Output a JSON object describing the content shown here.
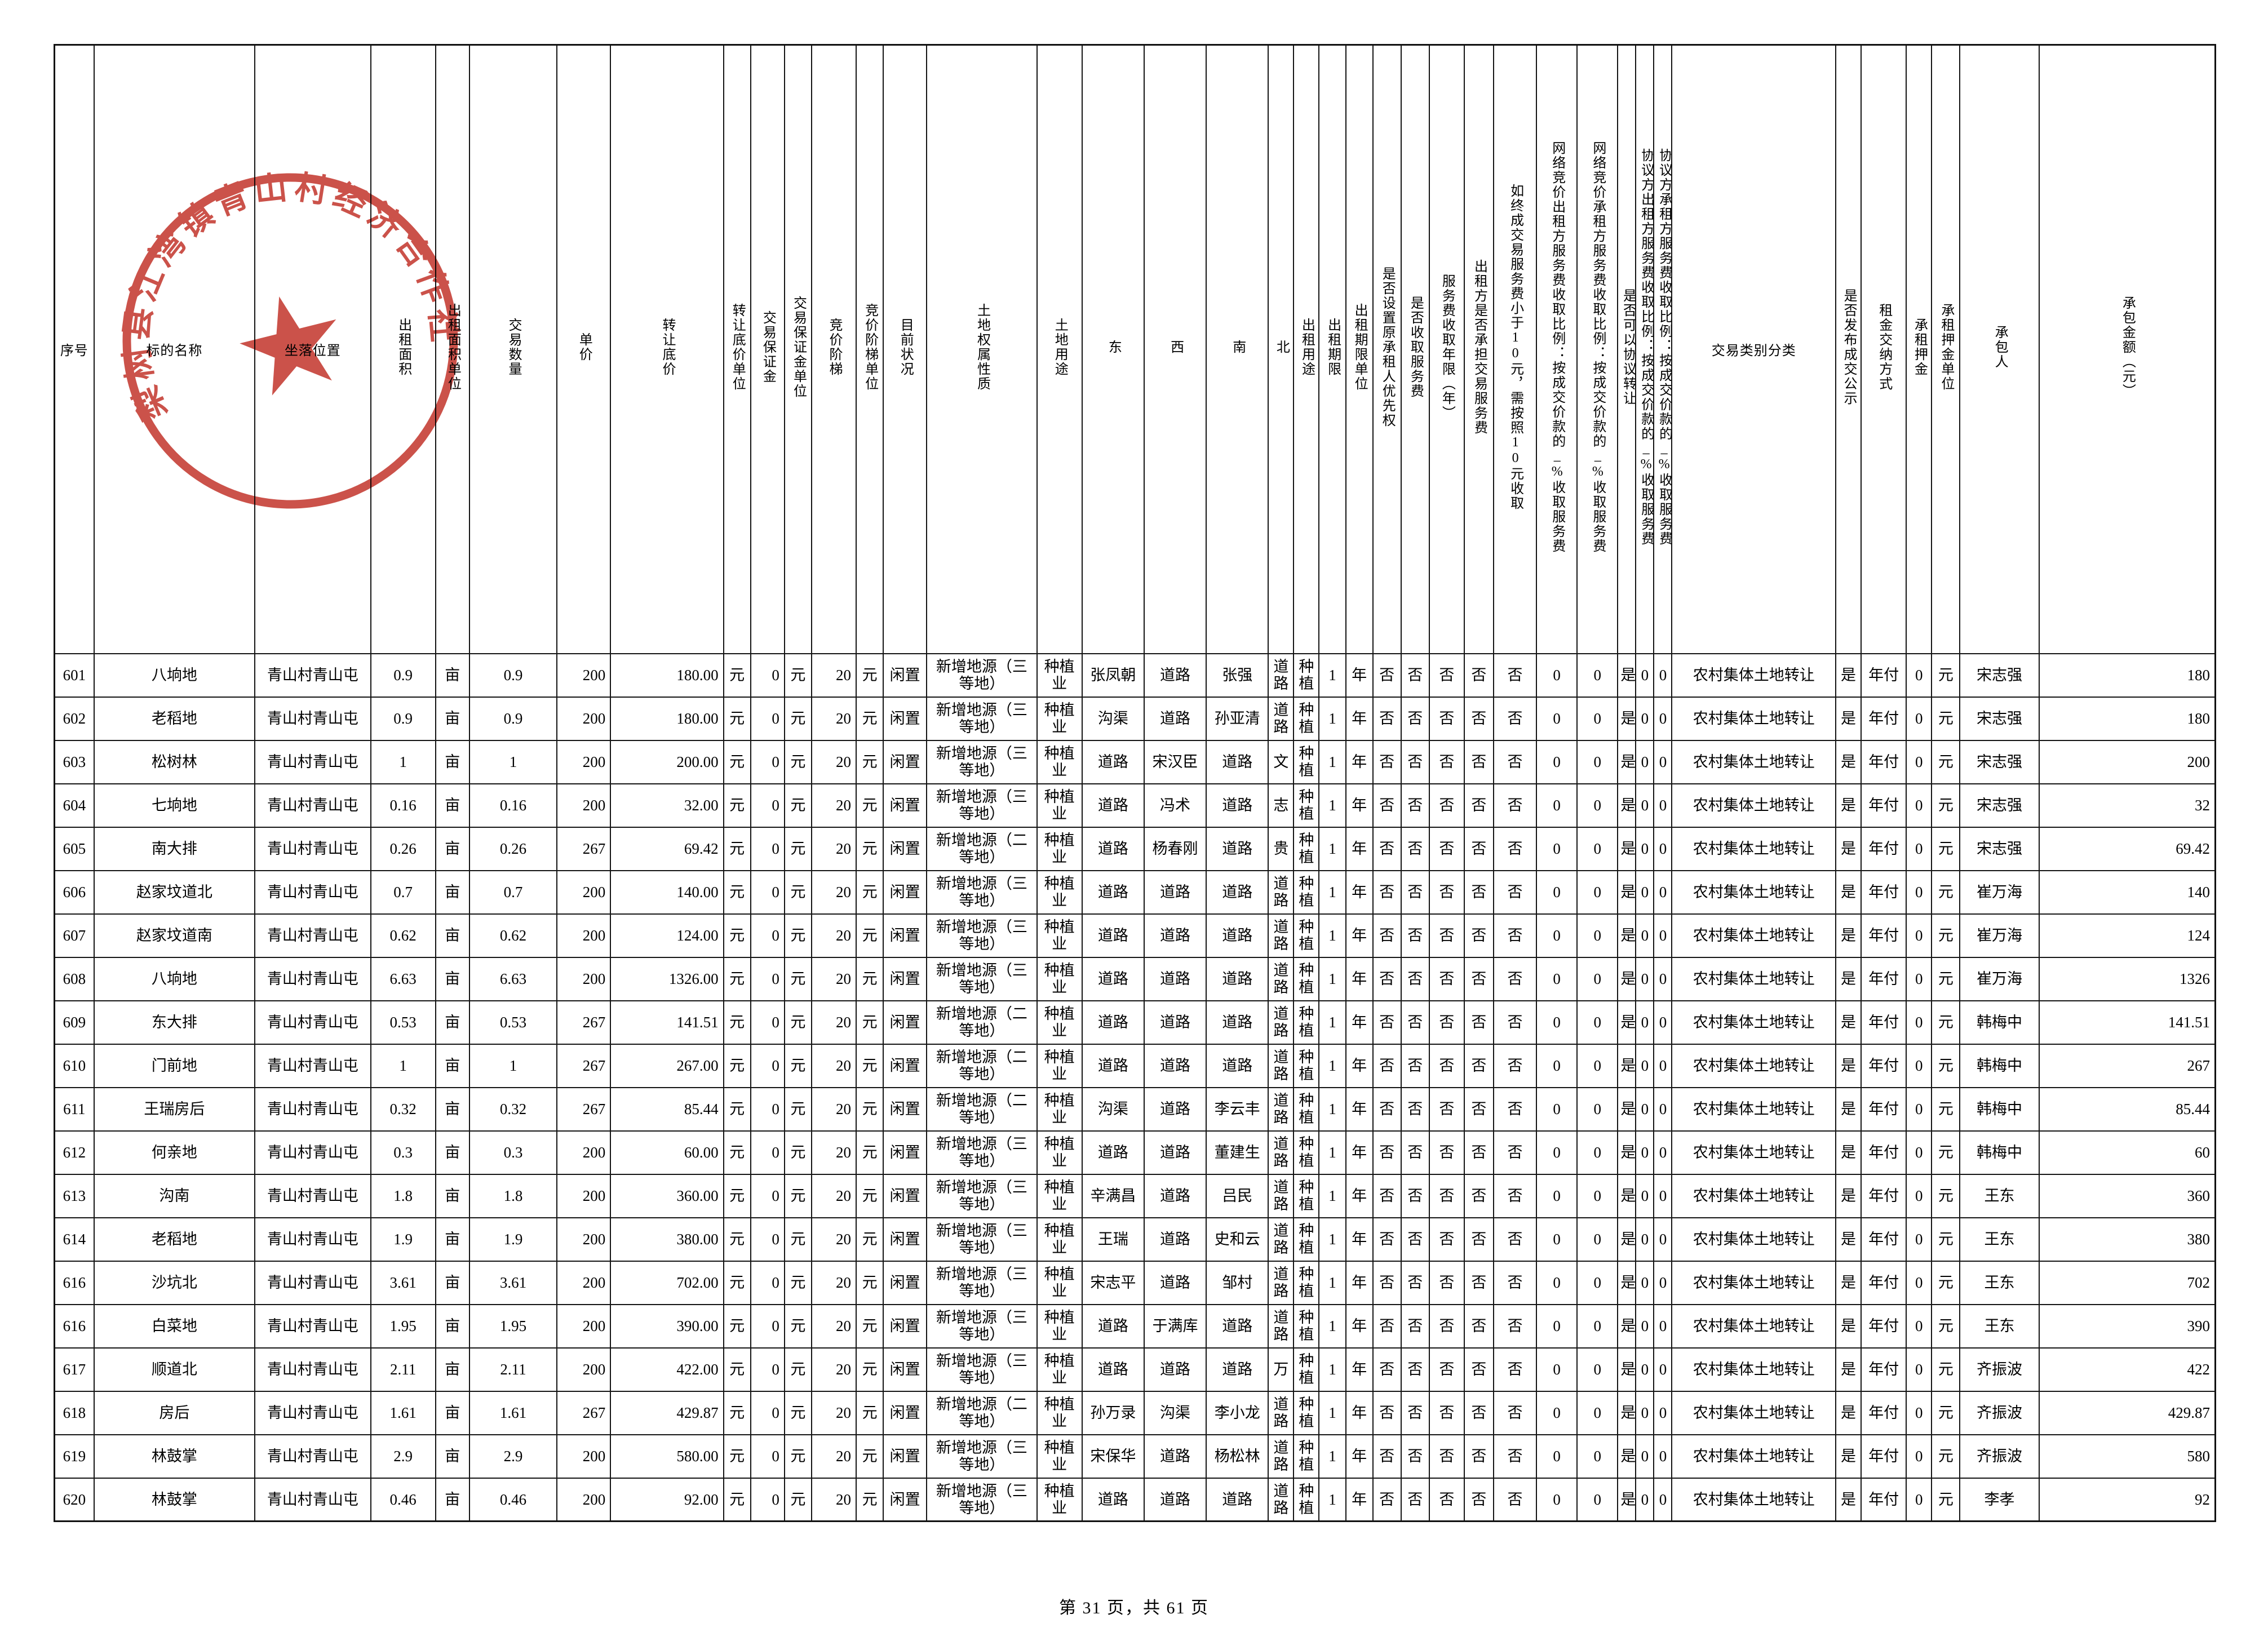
{
  "page": {
    "footer": "第 31 页，共 61 页"
  },
  "stamp": {
    "text": "梨树县江湾镇青山村经济合作社"
  },
  "table": {
    "headers": [
      "序号",
      "标的名称",
      "坐落位置",
      "出租面积",
      "出租面积单位",
      "交易数量",
      "单价",
      "转让底价",
      "转让底价单位",
      "交易保证金",
      "交易保证金单位",
      "竞价阶梯",
      "竞价阶梯单位",
      "目前状况",
      "土地权属性质",
      "土地用途",
      "东",
      "西",
      "南",
      "北",
      "出租用途",
      "出租期限",
      "出租期限单位",
      "是否设置原承租人优先权",
      "是否收取服务费",
      "服务费收取年限（年）",
      "出租方是否承担交易服务费",
      "如终成交易服务费小于10元，需按照10元收取",
      "网络竞价出租方服务费收取比例：按成交价款的_%收取服务费",
      "网络竞价承租方服务费收取比例：按成交价款的_%收取服务费",
      "是否可以协议转让",
      "协议方出租方服务费收取比例：按成交价款的_%收取服务费",
      "协议方承租方服务费收取比例：按成交价款的_%收取服务费",
      "交易类别分类",
      "是否发布成交公示",
      "租金交纳方式",
      "承租押金",
      "承租押金单位",
      "承包人",
      "承包金额（元）"
    ],
    "rows": [
      [
        "601",
        "八垧地",
        "青山村青山屯",
        "0.9",
        "亩",
        "0.9",
        "200",
        "180.00",
        "元",
        "0",
        "元",
        "20",
        "元",
        "闲置",
        "新增地源（三等地）",
        "种植业",
        "张凤朝",
        "道路",
        "张强",
        "道路",
        "种植",
        "1",
        "年",
        "否",
        "否",
        "否",
        "否",
        "否",
        "0",
        "0",
        "是",
        "0",
        "0",
        "农村集体土地转让",
        "是",
        "年付",
        "0",
        "元",
        "宋志强",
        "180"
      ],
      [
        "602",
        "老稻地",
        "青山村青山屯",
        "0.9",
        "亩",
        "0.9",
        "200",
        "180.00",
        "元",
        "0",
        "元",
        "20",
        "元",
        "闲置",
        "新增地源（三等地）",
        "种植业",
        "沟渠",
        "道路",
        "孙亚清",
        "道路",
        "种植",
        "1",
        "年",
        "否",
        "否",
        "否",
        "否",
        "否",
        "0",
        "0",
        "是",
        "0",
        "0",
        "农村集体土地转让",
        "是",
        "年付",
        "0",
        "元",
        "宋志强",
        "180"
      ],
      [
        "603",
        "松树林",
        "青山村青山屯",
        "1",
        "亩",
        "1",
        "200",
        "200.00",
        "元",
        "0",
        "元",
        "20",
        "元",
        "闲置",
        "新增地源（三等地）",
        "种植业",
        "道路",
        "宋汉臣",
        "道路",
        "文",
        "种植",
        "1",
        "年",
        "否",
        "否",
        "否",
        "否",
        "否",
        "0",
        "0",
        "是",
        "0",
        "0",
        "农村集体土地转让",
        "是",
        "年付",
        "0",
        "元",
        "宋志强",
        "200"
      ],
      [
        "604",
        "七垧地",
        "青山村青山屯",
        "0.16",
        "亩",
        "0.16",
        "200",
        "32.00",
        "元",
        "0",
        "元",
        "20",
        "元",
        "闲置",
        "新增地源（三等地）",
        "种植业",
        "道路",
        "冯术",
        "道路",
        "志",
        "种植",
        "1",
        "年",
        "否",
        "否",
        "否",
        "否",
        "否",
        "0",
        "0",
        "是",
        "0",
        "0",
        "农村集体土地转让",
        "是",
        "年付",
        "0",
        "元",
        "宋志强",
        "32"
      ],
      [
        "605",
        "南大排",
        "青山村青山屯",
        "0.26",
        "亩",
        "0.26",
        "267",
        "69.42",
        "元",
        "0",
        "元",
        "20",
        "元",
        "闲置",
        "新增地源（二等地）",
        "种植业",
        "道路",
        "杨春刚",
        "道路",
        "贵",
        "种植",
        "1",
        "年",
        "否",
        "否",
        "否",
        "否",
        "否",
        "0",
        "0",
        "是",
        "0",
        "0",
        "农村集体土地转让",
        "是",
        "年付",
        "0",
        "元",
        "宋志强",
        "69.42"
      ],
      [
        "606",
        "赵家坟道北",
        "青山村青山屯",
        "0.7",
        "亩",
        "0.7",
        "200",
        "140.00",
        "元",
        "0",
        "元",
        "20",
        "元",
        "闲置",
        "新增地源（三等地）",
        "种植业",
        "道路",
        "道路",
        "道路",
        "道路",
        "种植",
        "1",
        "年",
        "否",
        "否",
        "否",
        "否",
        "否",
        "0",
        "0",
        "是",
        "0",
        "0",
        "农村集体土地转让",
        "是",
        "年付",
        "0",
        "元",
        "崔万海",
        "140"
      ],
      [
        "607",
        "赵家坟道南",
        "青山村青山屯",
        "0.62",
        "亩",
        "0.62",
        "200",
        "124.00",
        "元",
        "0",
        "元",
        "20",
        "元",
        "闲置",
        "新增地源（三等地）",
        "种植业",
        "道路",
        "道路",
        "道路",
        "道路",
        "种植",
        "1",
        "年",
        "否",
        "否",
        "否",
        "否",
        "否",
        "0",
        "0",
        "是",
        "0",
        "0",
        "农村集体土地转让",
        "是",
        "年付",
        "0",
        "元",
        "崔万海",
        "124"
      ],
      [
        "608",
        "八垧地",
        "青山村青山屯",
        "6.63",
        "亩",
        "6.63",
        "200",
        "1326.00",
        "元",
        "0",
        "元",
        "20",
        "元",
        "闲置",
        "新增地源（三等地）",
        "种植业",
        "道路",
        "道路",
        "道路",
        "道路",
        "种植",
        "1",
        "年",
        "否",
        "否",
        "否",
        "否",
        "否",
        "0",
        "0",
        "是",
        "0",
        "0",
        "农村集体土地转让",
        "是",
        "年付",
        "0",
        "元",
        "崔万海",
        "1326"
      ],
      [
        "609",
        "东大排",
        "青山村青山屯",
        "0.53",
        "亩",
        "0.53",
        "267",
        "141.51",
        "元",
        "0",
        "元",
        "20",
        "元",
        "闲置",
        "新增地源（二等地）",
        "种植业",
        "道路",
        "道路",
        "道路",
        "道路",
        "种植",
        "1",
        "年",
        "否",
        "否",
        "否",
        "否",
        "否",
        "0",
        "0",
        "是",
        "0",
        "0",
        "农村集体土地转让",
        "是",
        "年付",
        "0",
        "元",
        "韩梅中",
        "141.51"
      ],
      [
        "610",
        "门前地",
        "青山村青山屯",
        "1",
        "亩",
        "1",
        "267",
        "267.00",
        "元",
        "0",
        "元",
        "20",
        "元",
        "闲置",
        "新增地源（二等地）",
        "种植业",
        "道路",
        "道路",
        "道路",
        "道路",
        "种植",
        "1",
        "年",
        "否",
        "否",
        "否",
        "否",
        "否",
        "0",
        "0",
        "是",
        "0",
        "0",
        "农村集体土地转让",
        "是",
        "年付",
        "0",
        "元",
        "韩梅中",
        "267"
      ],
      [
        "611",
        "王瑞房后",
        "青山村青山屯",
        "0.32",
        "亩",
        "0.32",
        "267",
        "85.44",
        "元",
        "0",
        "元",
        "20",
        "元",
        "闲置",
        "新增地源（二等地）",
        "种植业",
        "沟渠",
        "道路",
        "李云丰",
        "道路",
        "种植",
        "1",
        "年",
        "否",
        "否",
        "否",
        "否",
        "否",
        "0",
        "0",
        "是",
        "0",
        "0",
        "农村集体土地转让",
        "是",
        "年付",
        "0",
        "元",
        "韩梅中",
        "85.44"
      ],
      [
        "612",
        "何亲地",
        "青山村青山屯",
        "0.3",
        "亩",
        "0.3",
        "200",
        "60.00",
        "元",
        "0",
        "元",
        "20",
        "元",
        "闲置",
        "新增地源（三等地）",
        "种植业",
        "道路",
        "道路",
        "董建生",
        "道路",
        "种植",
        "1",
        "年",
        "否",
        "否",
        "否",
        "否",
        "否",
        "0",
        "0",
        "是",
        "0",
        "0",
        "农村集体土地转让",
        "是",
        "年付",
        "0",
        "元",
        "韩梅中",
        "60"
      ],
      [
        "613",
        "沟南",
        "青山村青山屯",
        "1.8",
        "亩",
        "1.8",
        "200",
        "360.00",
        "元",
        "0",
        "元",
        "20",
        "元",
        "闲置",
        "新增地源（三等地）",
        "种植业",
        "辛满昌",
        "道路",
        "吕民",
        "道路",
        "种植",
        "1",
        "年",
        "否",
        "否",
        "否",
        "否",
        "否",
        "0",
        "0",
        "是",
        "0",
        "0",
        "农村集体土地转让",
        "是",
        "年付",
        "0",
        "元",
        "王东",
        "360"
      ],
      [
        "614",
        "老稻地",
        "青山村青山屯",
        "1.9",
        "亩",
        "1.9",
        "200",
        "380.00",
        "元",
        "0",
        "元",
        "20",
        "元",
        "闲置",
        "新增地源（三等地）",
        "种植业",
        "王瑞",
        "道路",
        "史和云",
        "道路",
        "种植",
        "1",
        "年",
        "否",
        "否",
        "否",
        "否",
        "否",
        "0",
        "0",
        "是",
        "0",
        "0",
        "农村集体土地转让",
        "是",
        "年付",
        "0",
        "元",
        "王东",
        "380"
      ],
      [
        "616",
        "沙坑北",
        "青山村青山屯",
        "3.61",
        "亩",
        "3.61",
        "200",
        "702.00",
        "元",
        "0",
        "元",
        "20",
        "元",
        "闲置",
        "新增地源（三等地）",
        "种植业",
        "宋志平",
        "道路",
        "邹村",
        "道路",
        "种植",
        "1",
        "年",
        "否",
        "否",
        "否",
        "否",
        "否",
        "0",
        "0",
        "是",
        "0",
        "0",
        "农村集体土地转让",
        "是",
        "年付",
        "0",
        "元",
        "王东",
        "702"
      ],
      [
        "616",
        "白菜地",
        "青山村青山屯",
        "1.95",
        "亩",
        "1.95",
        "200",
        "390.00",
        "元",
        "0",
        "元",
        "20",
        "元",
        "闲置",
        "新增地源（三等地）",
        "种植业",
        "道路",
        "于满库",
        "道路",
        "道路",
        "种植",
        "1",
        "年",
        "否",
        "否",
        "否",
        "否",
        "否",
        "0",
        "0",
        "是",
        "0",
        "0",
        "农村集体土地转让",
        "是",
        "年付",
        "0",
        "元",
        "王东",
        "390"
      ],
      [
        "617",
        "顺道北",
        "青山村青山屯",
        "2.11",
        "亩",
        "2.11",
        "200",
        "422.00",
        "元",
        "0",
        "元",
        "20",
        "元",
        "闲置",
        "新增地源（三等地）",
        "种植业",
        "道路",
        "道路",
        "道路",
        "万",
        "种植",
        "1",
        "年",
        "否",
        "否",
        "否",
        "否",
        "否",
        "0",
        "0",
        "是",
        "0",
        "0",
        "农村集体土地转让",
        "是",
        "年付",
        "0",
        "元",
        "齐振波",
        "422"
      ],
      [
        "618",
        "房后",
        "青山村青山屯",
        "1.61",
        "亩",
        "1.61",
        "267",
        "429.87",
        "元",
        "0",
        "元",
        "20",
        "元",
        "闲置",
        "新增地源（二等地）",
        "种植业",
        "孙万录",
        "沟渠",
        "李小龙",
        "道路",
        "种植",
        "1",
        "年",
        "否",
        "否",
        "否",
        "否",
        "否",
        "0",
        "0",
        "是",
        "0",
        "0",
        "农村集体土地转让",
        "是",
        "年付",
        "0",
        "元",
        "齐振波",
        "429.87"
      ],
      [
        "619",
        "林鼓掌",
        "青山村青山屯",
        "2.9",
        "亩",
        "2.9",
        "200",
        "580.00",
        "元",
        "0",
        "元",
        "20",
        "元",
        "闲置",
        "新增地源（三等地）",
        "种植业",
        "宋保华",
        "道路",
        "杨松林",
        "道路",
        "种植",
        "1",
        "年",
        "否",
        "否",
        "否",
        "否",
        "否",
        "0",
        "0",
        "是",
        "0",
        "0",
        "农村集体土地转让",
        "是",
        "年付",
        "0",
        "元",
        "齐振波",
        "580"
      ],
      [
        "620",
        "林鼓掌",
        "青山村青山屯",
        "0.46",
        "亩",
        "0.46",
        "200",
        "92.00",
        "元",
        "0",
        "元",
        "20",
        "元",
        "闲置",
        "新增地源（三等地）",
        "种植业",
        "道路",
        "道路",
        "道路",
        "道路",
        "种植",
        "1",
        "年",
        "否",
        "否",
        "否",
        "否",
        "否",
        "0",
        "0",
        "是",
        "0",
        "0",
        "农村集体土地转让",
        "是",
        "年付",
        "0",
        "元",
        "李孝",
        "92"
      ]
    ]
  }
}
